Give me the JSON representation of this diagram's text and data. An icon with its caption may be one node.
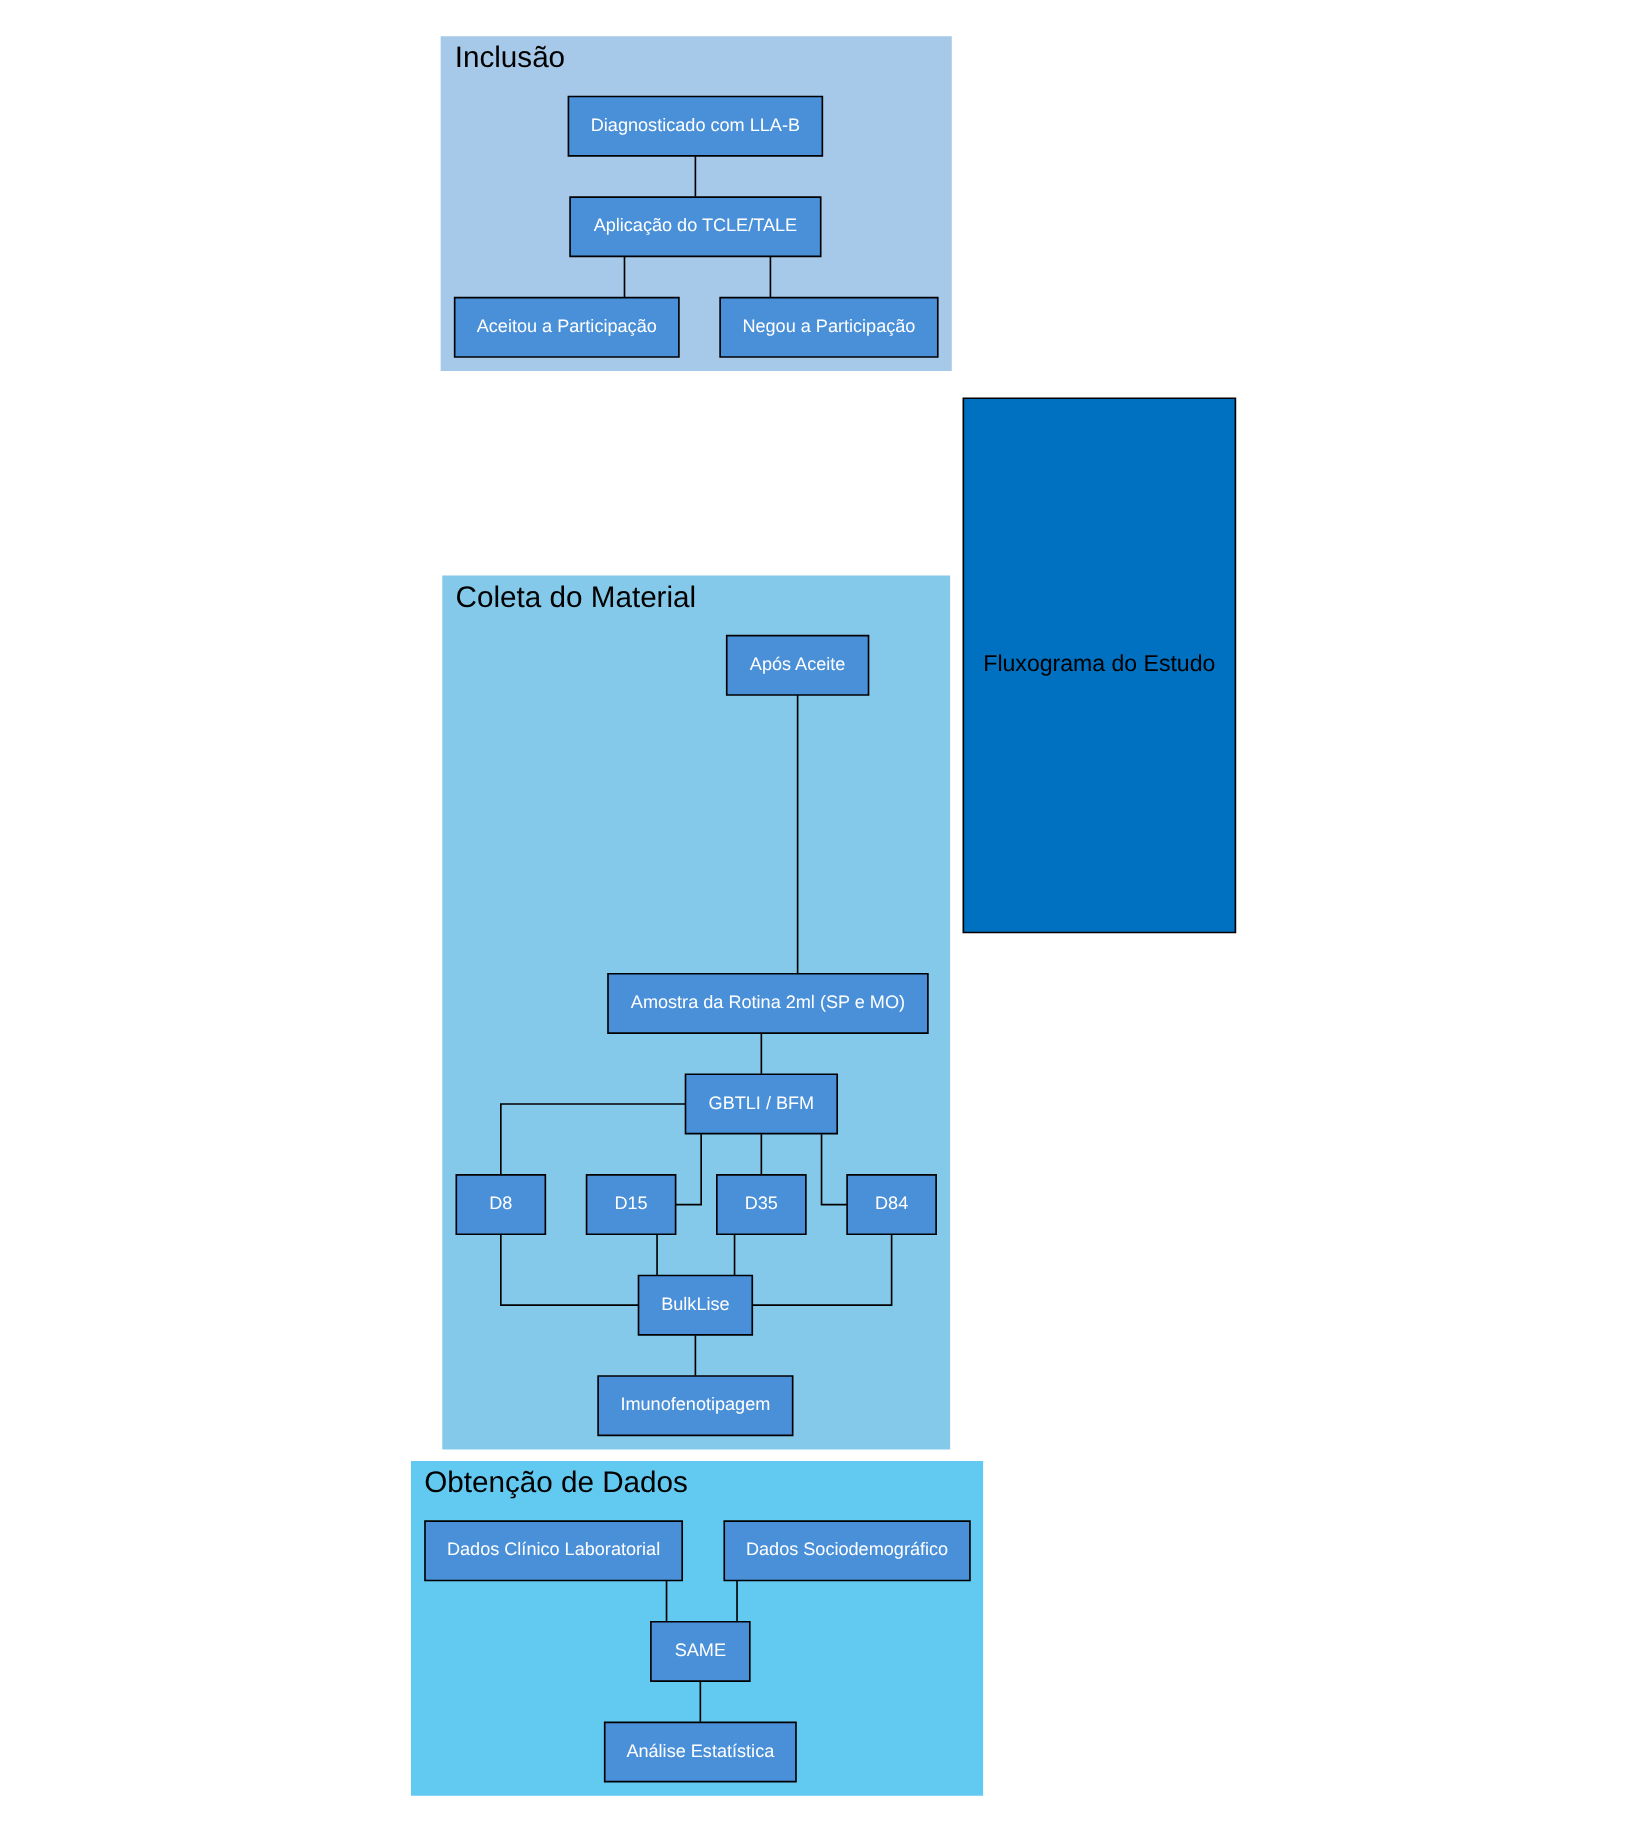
{
  "diagram": {
    "nodes": [
      {
        "text": [
          "Inclusão"
        ]
      },
      {
        "text": [
          "Diagnosticado com LLA-B"
        ],
        "in": 0
      },
      {
        "text": [
          "Aplicação do TCLE/TALE"
        ],
        "in": 0
      },
      {
        "text": [
          "Aceitou a Participação"
        ],
        "in": 0
      },
      {
        "text": [
          "Negou a Participação"
        ],
        "in": 0
      },
      {
        "text": [
          "Coleta do Material"
        ]
      },
      {
        "text": [
          "Após Aceite"
        ],
        "in": 5
      },
      {
        "text": [
          "Amostra da Rotina 2ml (SP e MO)"
        ],
        "in": 5
      },
      {
        "text": [
          "GBTLI / BFM"
        ],
        "in": 5
      },
      {
        "text": [
          "D8"
        ],
        "in": 5
      },
      {
        "text": [
          "D15"
        ],
        "in": 5
      },
      {
        "text": [
          "D35"
        ],
        "in": 5
      },
      {
        "text": [
          "D84"
        ],
        "in": 5
      },
      {
        "text": [
          "BulkLise"
        ],
        "in": 5
      },
      {
        "text": [
          "Imunofenotipagem"
        ],
        "in": 5
      },
      {
        "text": [
          "Obtenção de Dados"
        ]
      },
      {
        "text": [
          "Dados Sociodemográfico"
        ],
        "in": 15
      },
      {
        "text": [
          "Dados Clínico Laboratorial"
        ],
        "in": 15
      },
      {
        "text": [
          "SAME"
        ],
        "in": 15
      },
      {
        "text": [
          "Análise Estatística"
        ],
        "in": 15
      },
      {
        "text": [
          "Fluxograma do Estudo"
        ]
      }
    ],
    "edges": [
      {
        "from": 1,
        "to": 2,
        "arrow": "none"
      },
      {
        "from": 2,
        "to": 3,
        "arrow": "none"
      },
      {
        "from": 2,
        "to": 4,
        "arrow": "none"
      },
      {
        "from": 6,
        "to": 7,
        "arrow": "none"
      },
      {
        "from": 7,
        "to": 8,
        "arrow": "none"
      },
      {
        "from": 8,
        "to": 9,
        "arrow": "none"
      },
      {
        "from": 8,
        "to": 10,
        "arrow": "none"
      },
      {
        "from": 8,
        "to": 11,
        "arrow": "none"
      },
      {
        "from": 8,
        "to": 12,
        "arrow": "none"
      },
      {
        "from": 9,
        "to": 13,
        "arrow": "none"
      },
      {
        "from": 10,
        "to": 13,
        "arrow": "none"
      },
      {
        "from": 11,
        "to": 13,
        "arrow": "none"
      },
      {
        "from": 12,
        "to": 13,
        "arrow": "none"
      },
      {
        "from": 13,
        "to": 14,
        "arrow": "none"
      },
      {
        "from": 16,
        "to": 18,
        "arrow": "none"
      },
      {
        "from": 17,
        "to": 18,
        "arrow": "none"
      },
      {
        "from": 18,
        "to": 19,
        "arrow": "none"
      }
    ]
  }
}
